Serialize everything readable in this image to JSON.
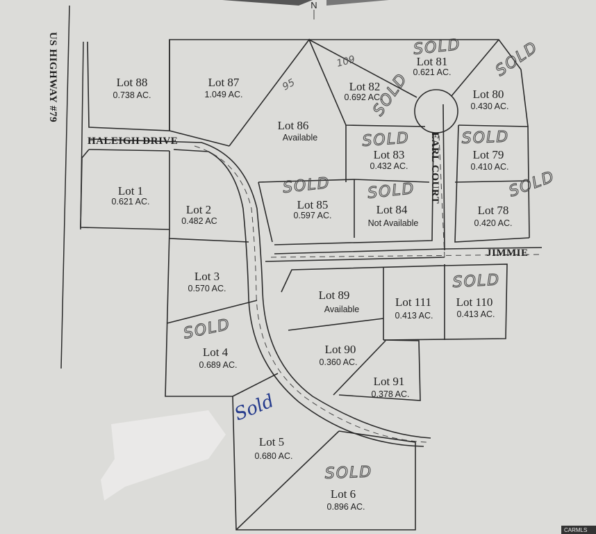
{
  "north_label": "N",
  "streets": {
    "highway": "US HIGHWAY #79",
    "haleigh": "HALEIGH DRIVE",
    "earl": "EARL COURT",
    "jimmie": "JIMMIE"
  },
  "lots": [
    {
      "id": "88",
      "name": "Lot 88",
      "area": "0.738 AC."
    },
    {
      "id": "87",
      "name": "Lot 87",
      "area": "1.049 AC."
    },
    {
      "id": "86",
      "name": "Lot 86",
      "area": "Available"
    },
    {
      "id": "82",
      "name": "Lot 82",
      "area": "0.692 AC."
    },
    {
      "id": "81",
      "name": "Lot 81",
      "area": "0.621 AC."
    },
    {
      "id": "80",
      "name": "Lot 80",
      "area": "0.430 AC."
    },
    {
      "id": "83",
      "name": "Lot 83",
      "area": "0.432 AC."
    },
    {
      "id": "79",
      "name": "Lot 79",
      "area": "0.410 AC."
    },
    {
      "id": "1",
      "name": "Lot 1",
      "area": "0.621 AC."
    },
    {
      "id": "2",
      "name": "Lot 2",
      "area": "0.482 AC"
    },
    {
      "id": "85",
      "name": "Lot 85",
      "area": "0.597 AC."
    },
    {
      "id": "84",
      "name": "Lot 84",
      "area": "Not Available"
    },
    {
      "id": "78",
      "name": "Lot 78",
      "area": "0.420 AC."
    },
    {
      "id": "3",
      "name": "Lot 3",
      "area": "0.570 AC."
    },
    {
      "id": "89",
      "name": "Lot 89",
      "area": "Available"
    },
    {
      "id": "111",
      "name": "Lot 111",
      "area": "0.413 AC."
    },
    {
      "id": "110",
      "name": "Lot 110",
      "area": "0.413 AC."
    },
    {
      "id": "4",
      "name": "Lot 4",
      "area": "0.689 AC."
    },
    {
      "id": "90",
      "name": "Lot 90",
      "area": "0.360 AC."
    },
    {
      "id": "91",
      "name": "Lot 91",
      "area": "0.378 AC."
    },
    {
      "id": "5",
      "name": "Lot 5",
      "area": "0.680 AC."
    },
    {
      "id": "6",
      "name": "Lot 6",
      "area": "0.896 AC."
    }
  ],
  "annotations": {
    "sold": "SOLD",
    "sold_blue": "Sold",
    "note_82": "109",
    "note_86": "95"
  },
  "watermark": "CARMLS"
}
